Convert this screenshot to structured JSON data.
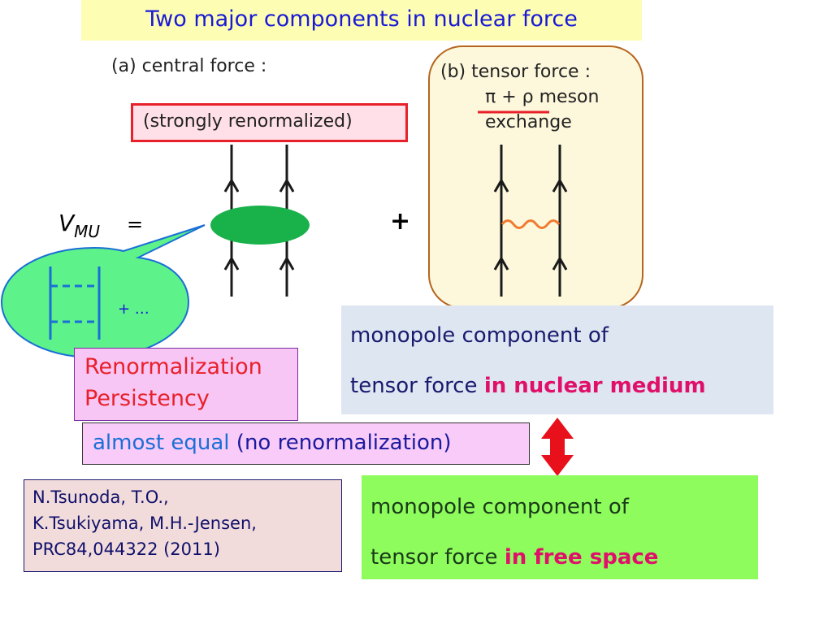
{
  "title": "Two major components in nuclear force",
  "central": {
    "label": "(a) central force :",
    "box_text": "(strongly renormalized)"
  },
  "tensor": {
    "line1": "(b) tensor force :",
    "line2": "π + ρ meson",
    "line3": "exchange"
  },
  "vmu": {
    "v": "V",
    "sub": "MU",
    "equals": "="
  },
  "plus": "+",
  "bubble": {
    "ellipsis": "+ …"
  },
  "renormalization": {
    "line1": "Renormalization",
    "line2": "Persistency"
  },
  "almost_equal": {
    "part1": "almost equal",
    "part2": " (no renormalization)"
  },
  "medium": {
    "line1": "monopole component of",
    "line2_plain": "tensor force ",
    "line2_highlight": "in nuclear medium"
  },
  "free": {
    "line1": "monopole component of",
    "line2_plain": "tensor force ",
    "line2_highlight": "in free space"
  },
  "reference": {
    "line1": "N.Tsunoda, T.O.,",
    "line2": "K.Tsukiyama, M.H.-Jensen,",
    "line3": "PRC84,044322 (2011)"
  },
  "colors": {
    "title_bg": "#fdfdb4",
    "title_text": "#1a1ad6",
    "blob_green": "#19b14a",
    "bubble_fill": "#5ef28a",
    "bubble_stroke": "#1a6fd6",
    "arrow_red": "#e8101a",
    "wavy": "#f07a30"
  }
}
